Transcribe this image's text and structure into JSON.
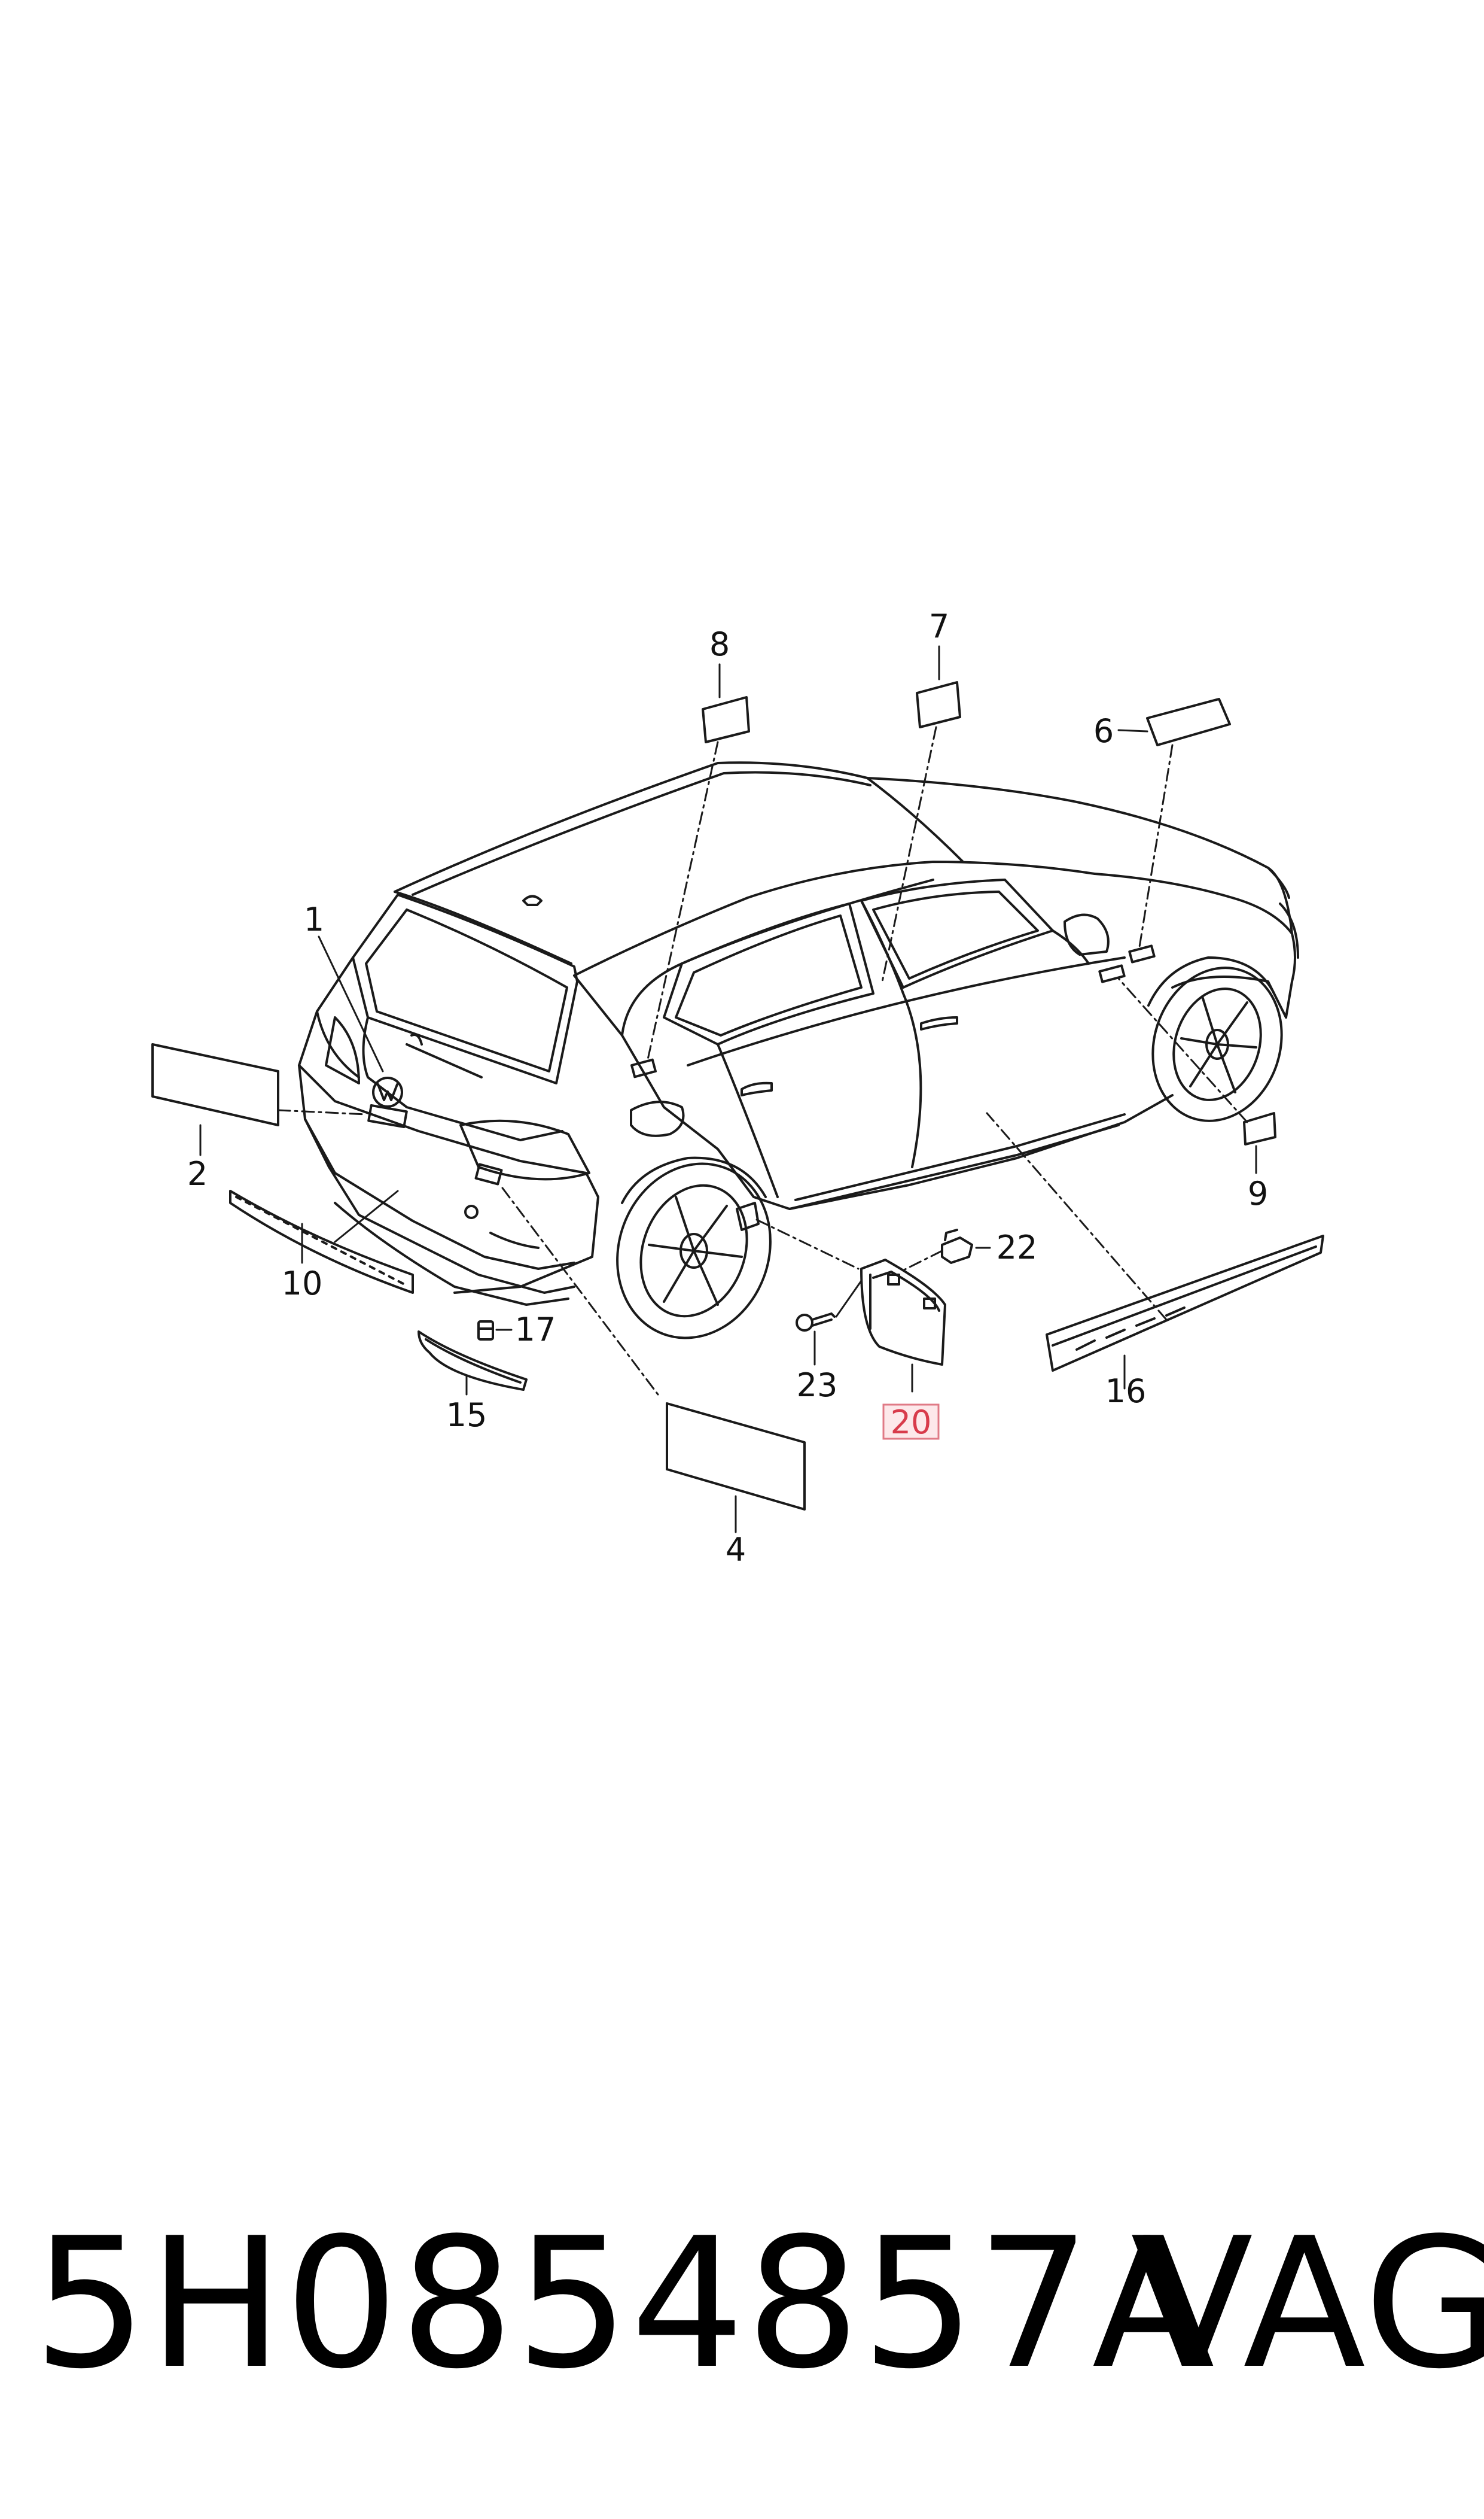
{
  "callouts": [
    {
      "id": "1",
      "label": "1"
    },
    {
      "id": "2",
      "label": "2"
    },
    {
      "id": "4",
      "label": "4"
    },
    {
      "id": "6",
      "label": "6"
    },
    {
      "id": "7",
      "label": "7"
    },
    {
      "id": "8",
      "label": "8"
    },
    {
      "id": "9",
      "label": "9"
    },
    {
      "id": "10",
      "label": "10"
    },
    {
      "id": "15",
      "label": "15"
    },
    {
      "id": "16",
      "label": "16"
    },
    {
      "id": "17",
      "label": "17"
    },
    {
      "id": "20",
      "label": "20",
      "highlighted": true
    },
    {
      "id": "22",
      "label": "22"
    },
    {
      "id": "23",
      "label": "23"
    }
  ],
  "caption": {
    "part_number": "5H0854857A",
    "brand": "VAG"
  },
  "colors": {
    "line": "#1a1a1a",
    "highlight_fill": "#fde8ea",
    "highlight_stroke": "#e07a86",
    "highlight_text": "#d83b4b"
  }
}
